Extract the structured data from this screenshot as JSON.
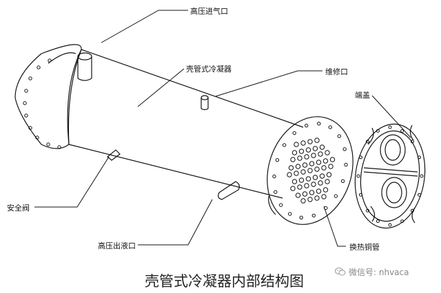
{
  "labels": {
    "inlet": "高压进气口",
    "condenser": "壳管式冷凝器",
    "service_port": "维修口",
    "end_cap": "端盖",
    "safety_valve": "安全阀",
    "liquid_outlet": "高压出液口",
    "heat_tubes": "换热铜管"
  },
  "title": "壳管式冷凝器内部结构图",
  "watermark": {
    "icon": "wechat-icon",
    "text": "微信号: nhvaca"
  }
}
